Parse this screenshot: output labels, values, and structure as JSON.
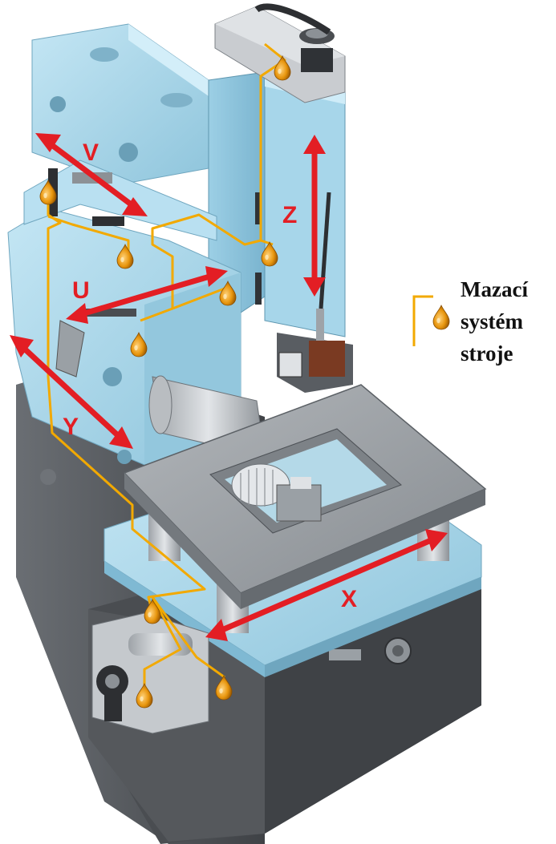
{
  "colors": {
    "machine_blue": "#a9d7ea",
    "machine_blue_dark": "#7fb9d3",
    "machine_blue_light": "#c6e7f4",
    "base_gray": "#55585c",
    "base_gray_dark": "#3c3f43",
    "table_gray": "#8a8f94",
    "table_gray_light": "#a8adb2",
    "axis_arrow": "#e31e24",
    "lube_line": "#f2a900",
    "oil_drop": "#e08a00"
  },
  "axes": {
    "v": "V",
    "u": "U",
    "z": "Z",
    "y": "Y",
    "x": "X"
  },
  "legend": {
    "line1": "Mazací",
    "line2": "systém",
    "line3": "stroje",
    "icon": "oil-drop-icon"
  }
}
